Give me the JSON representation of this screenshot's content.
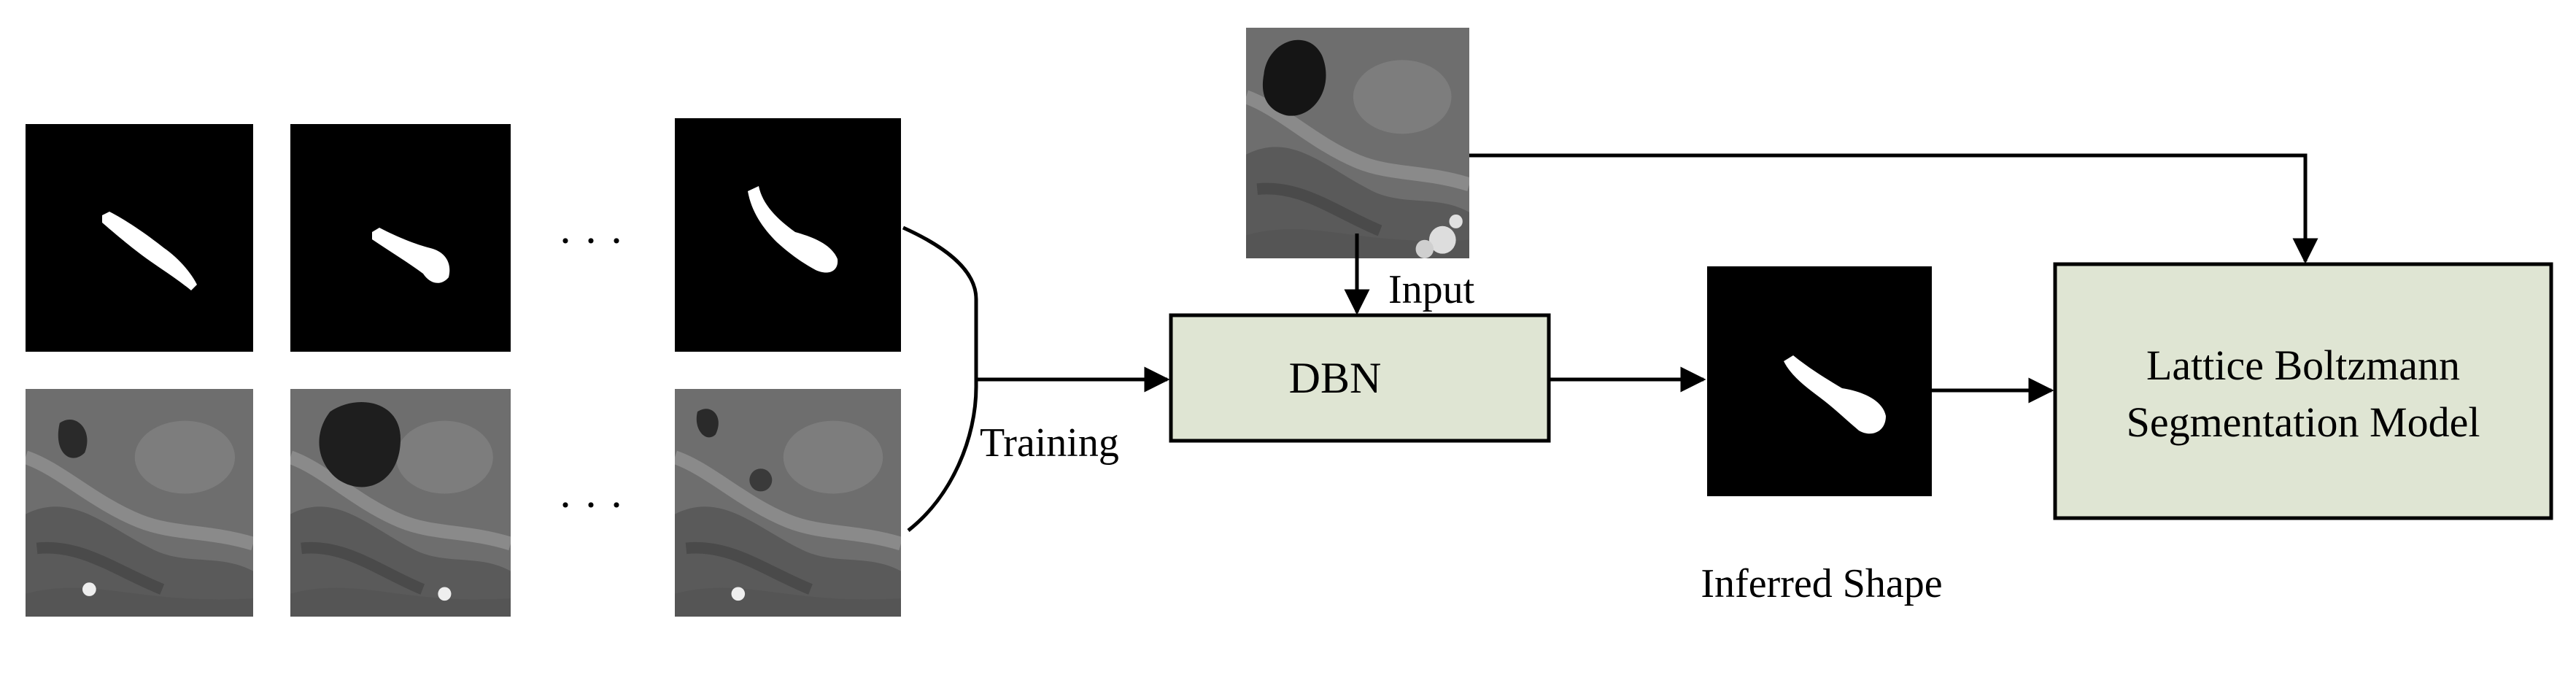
{
  "labels": {
    "training": "Training",
    "input": "Input",
    "dbn": "DBN",
    "inferred_shape": "Inferred Shape",
    "lbm_line1": "Lattice Boltzmann",
    "lbm_line2": "Segmentation Model",
    "ellipsis_top": "· · ·",
    "ellipsis_bottom": "· · ·"
  },
  "colors": {
    "box_fill": "#dfe5d3",
    "stroke": "#000000",
    "mask_bg": "#000000",
    "mask_fg": "#ffffff",
    "mri_base": "#6f6f6f"
  }
}
